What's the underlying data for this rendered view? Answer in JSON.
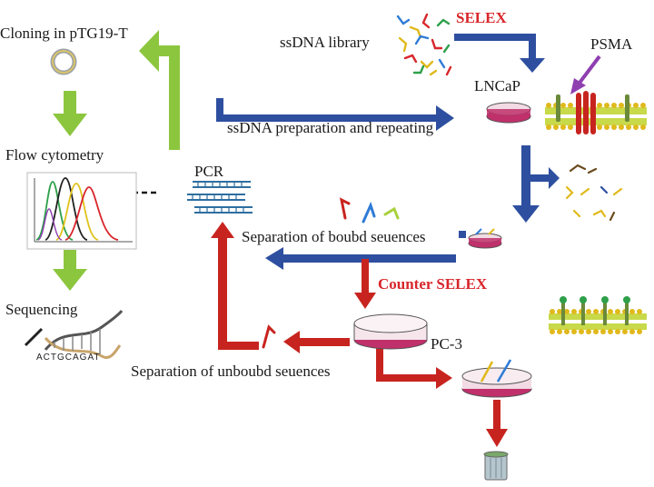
{
  "labels": {
    "cloning": "Cloning in pTG19-T",
    "ssdna_library": "ssDNA library",
    "selex": "SELEX",
    "psma": "PSMA",
    "lncap": "LNCaP",
    "ssdna_prep": "ssDNA preparation and repeating",
    "flow_cytometry": "Flow cytometry",
    "pcr": "PCR",
    "separation_bound": "Separation of boubd seuences",
    "counter_selex": "Counter SELEX",
    "sequencing": "Sequencing",
    "pc3": "PC-3",
    "separation_unbound": "Separation of unboubd seuences",
    "dna_sequence_text": "ACTGCAGAT"
  },
  "colors": {
    "green_arrow": "#8cc63f",
    "blue_arrow": "#2e4fa0",
    "red_arrow": "#c8241f",
    "red_text": "#d8262b",
    "dish_pink": "#c0306b",
    "purple_arrow": "#8e3fb0"
  }
}
